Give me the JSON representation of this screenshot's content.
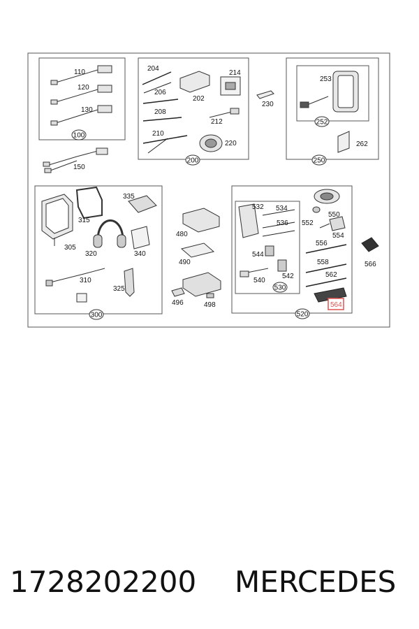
{
  "groups": [
    {
      "id": "grp100",
      "label": "100",
      "items": [
        "110",
        "120",
        "130"
      ]
    },
    {
      "id": "grp200",
      "label": "200",
      "items": [
        "204",
        "206",
        "208",
        "210",
        "202",
        "214",
        "212",
        "220"
      ]
    },
    {
      "id": "grp250",
      "label": "250",
      "items": [
        "252",
        "253",
        "262"
      ]
    },
    {
      "id": "grp252",
      "label": "252",
      "items": [
        "253"
      ]
    },
    {
      "id": "grp300",
      "label": "300",
      "items": [
        "305",
        "310",
        "315",
        "320",
        "325",
        "335",
        "340"
      ]
    },
    {
      "id": "grp520",
      "label": "520",
      "items": [
        "530",
        "550",
        "552",
        "554",
        "556",
        "558",
        "562",
        "564"
      ]
    },
    {
      "id": "grp530",
      "label": "530",
      "items": [
        "532",
        "534",
        "536",
        "540",
        "542",
        "544"
      ]
    }
  ],
  "loose_parts": [
    "150",
    "230",
    "480",
    "490",
    "496",
    "498",
    "566"
  ],
  "labels": {
    "p110": "110",
    "p120": "120",
    "p130": "130",
    "p150": "150",
    "p204": "204",
    "p206": "206",
    "p208": "208",
    "p210": "210",
    "p202": "202",
    "p214": "214",
    "p212": "212",
    "p220": "220",
    "p230": "230",
    "p253": "253",
    "p262": "262",
    "p335": "335",
    "p315": "315",
    "p305": "305",
    "p320": "320",
    "p340": "340",
    "p310": "310",
    "p325": "325",
    "p480": "480",
    "p490": "490",
    "p496": "496",
    "p498": "498",
    "p532": "532",
    "p534": "534",
    "p536": "536",
    "p544": "544",
    "p540": "540",
    "p542": "542",
    "p550": "550",
    "p552": "552",
    "p554": "554",
    "p556": "556",
    "p558": "558",
    "p562": "562",
    "p564": "564",
    "p566": "566",
    "c100": "100",
    "c200": "200",
    "c250": "250",
    "c252": "252",
    "c300": "300",
    "c520": "520",
    "c530": "530"
  },
  "highlighted_part": "564",
  "colors": {
    "highlight": "#e0524f",
    "outline": "#444444",
    "ink": "#111111"
  },
  "footer": {
    "part_number": "1728202200",
    "brand": "MERCEDES"
  }
}
